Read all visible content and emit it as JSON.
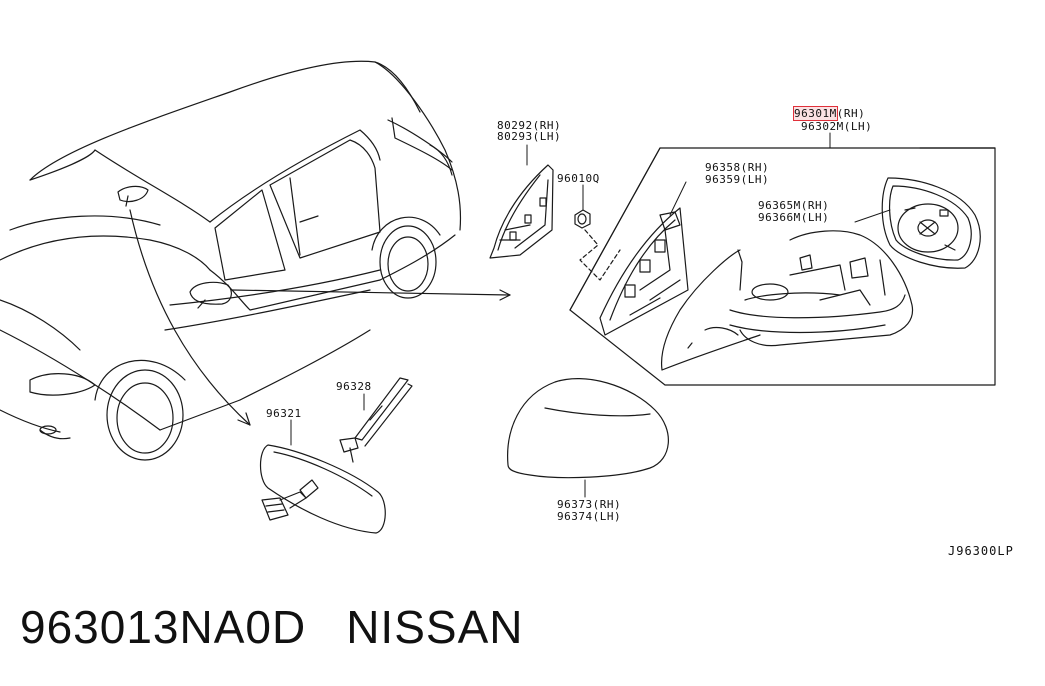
{
  "labels": {
    "p80292": "80292(RH)",
    "p80293": "80293(LH)",
    "p96010": "96010Q",
    "p96301_num": "96301M",
    "p96301_side": "(RH)",
    "p96302": "96302M(LH)",
    "p96358": "96358(RH)",
    "p96359": "96359(LH)",
    "p96365": "96365M(RH)",
    "p96366": "96366M(LH)",
    "p96328": "96328",
    "p96321": "96321",
    "p96373": "96373(RH)",
    "p96374": "96374(LH)"
  },
  "diagram_ref": "J96300LP",
  "caption": {
    "part_number": "963013NA0D",
    "brand": "NISSAN"
  },
  "colors": {
    "line": "#1a1a1a",
    "highlight": "#e0303a"
  }
}
